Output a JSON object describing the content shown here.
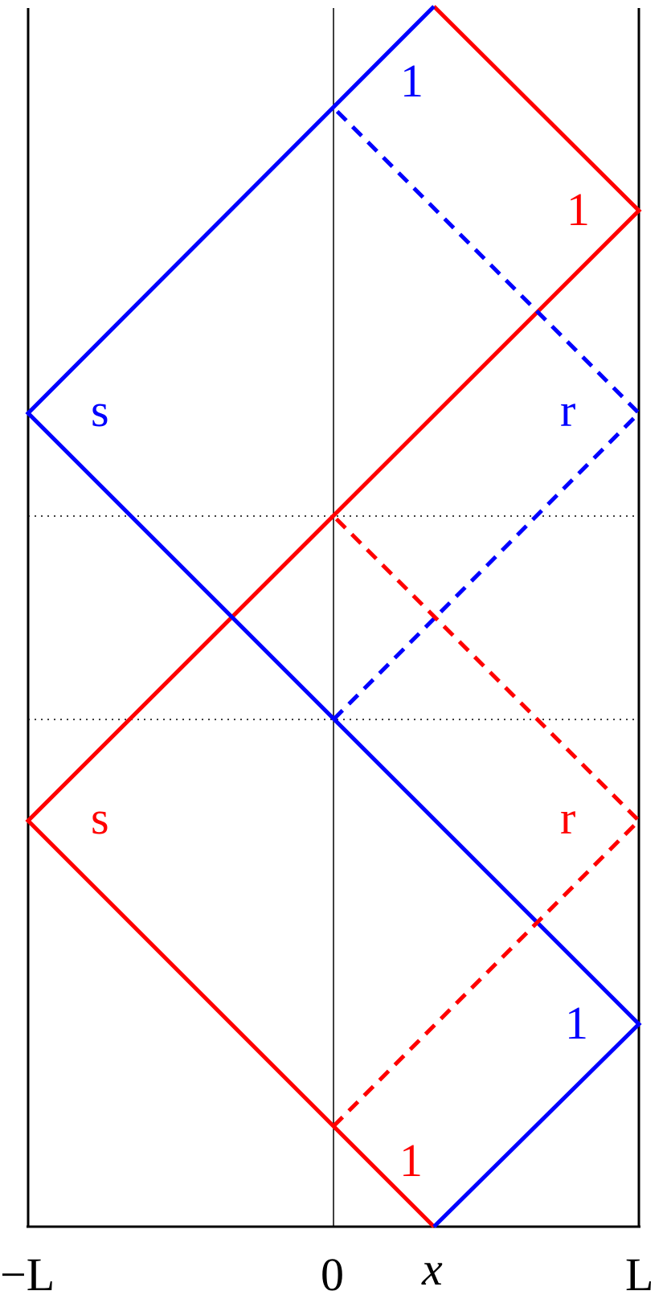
{
  "colors": {
    "blue": "#0000ff",
    "red": "#ff0000",
    "black": "#000000"
  },
  "axis": {
    "ticks": {
      "left": "−L",
      "zero": "0",
      "x": "x",
      "right": "L"
    }
  },
  "labels": {
    "blue_top_1": "1",
    "red_upper_1": "1",
    "blue_s": "s",
    "blue_r": "r",
    "red_s": "s",
    "red_r": "r",
    "blue_lower_1": "1",
    "red_bottom_1": "1"
  }
}
